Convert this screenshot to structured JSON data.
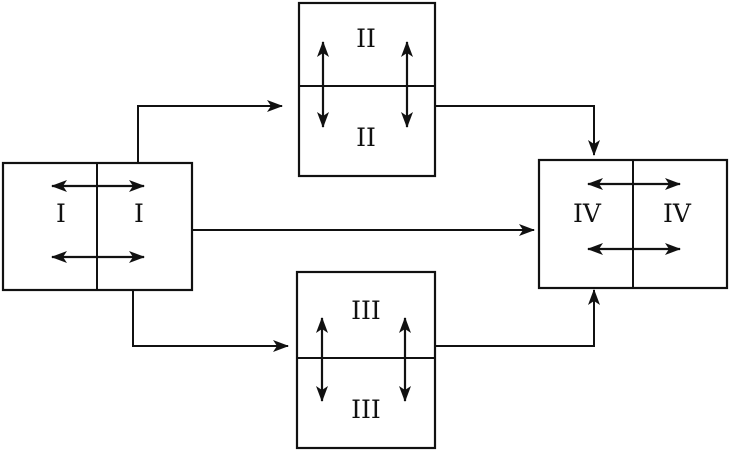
{
  "diagram": {
    "blocks": {
      "left": {
        "label_a": "I",
        "label_b": "I"
      },
      "top": {
        "label_a": "II",
        "label_b": "II"
      },
      "bottom": {
        "label_a": "III",
        "label_b": "III"
      },
      "right": {
        "label_a": "IV",
        "label_b": "IV"
      }
    },
    "colors": {
      "ink": "#111111",
      "background": "#ffffff"
    }
  }
}
